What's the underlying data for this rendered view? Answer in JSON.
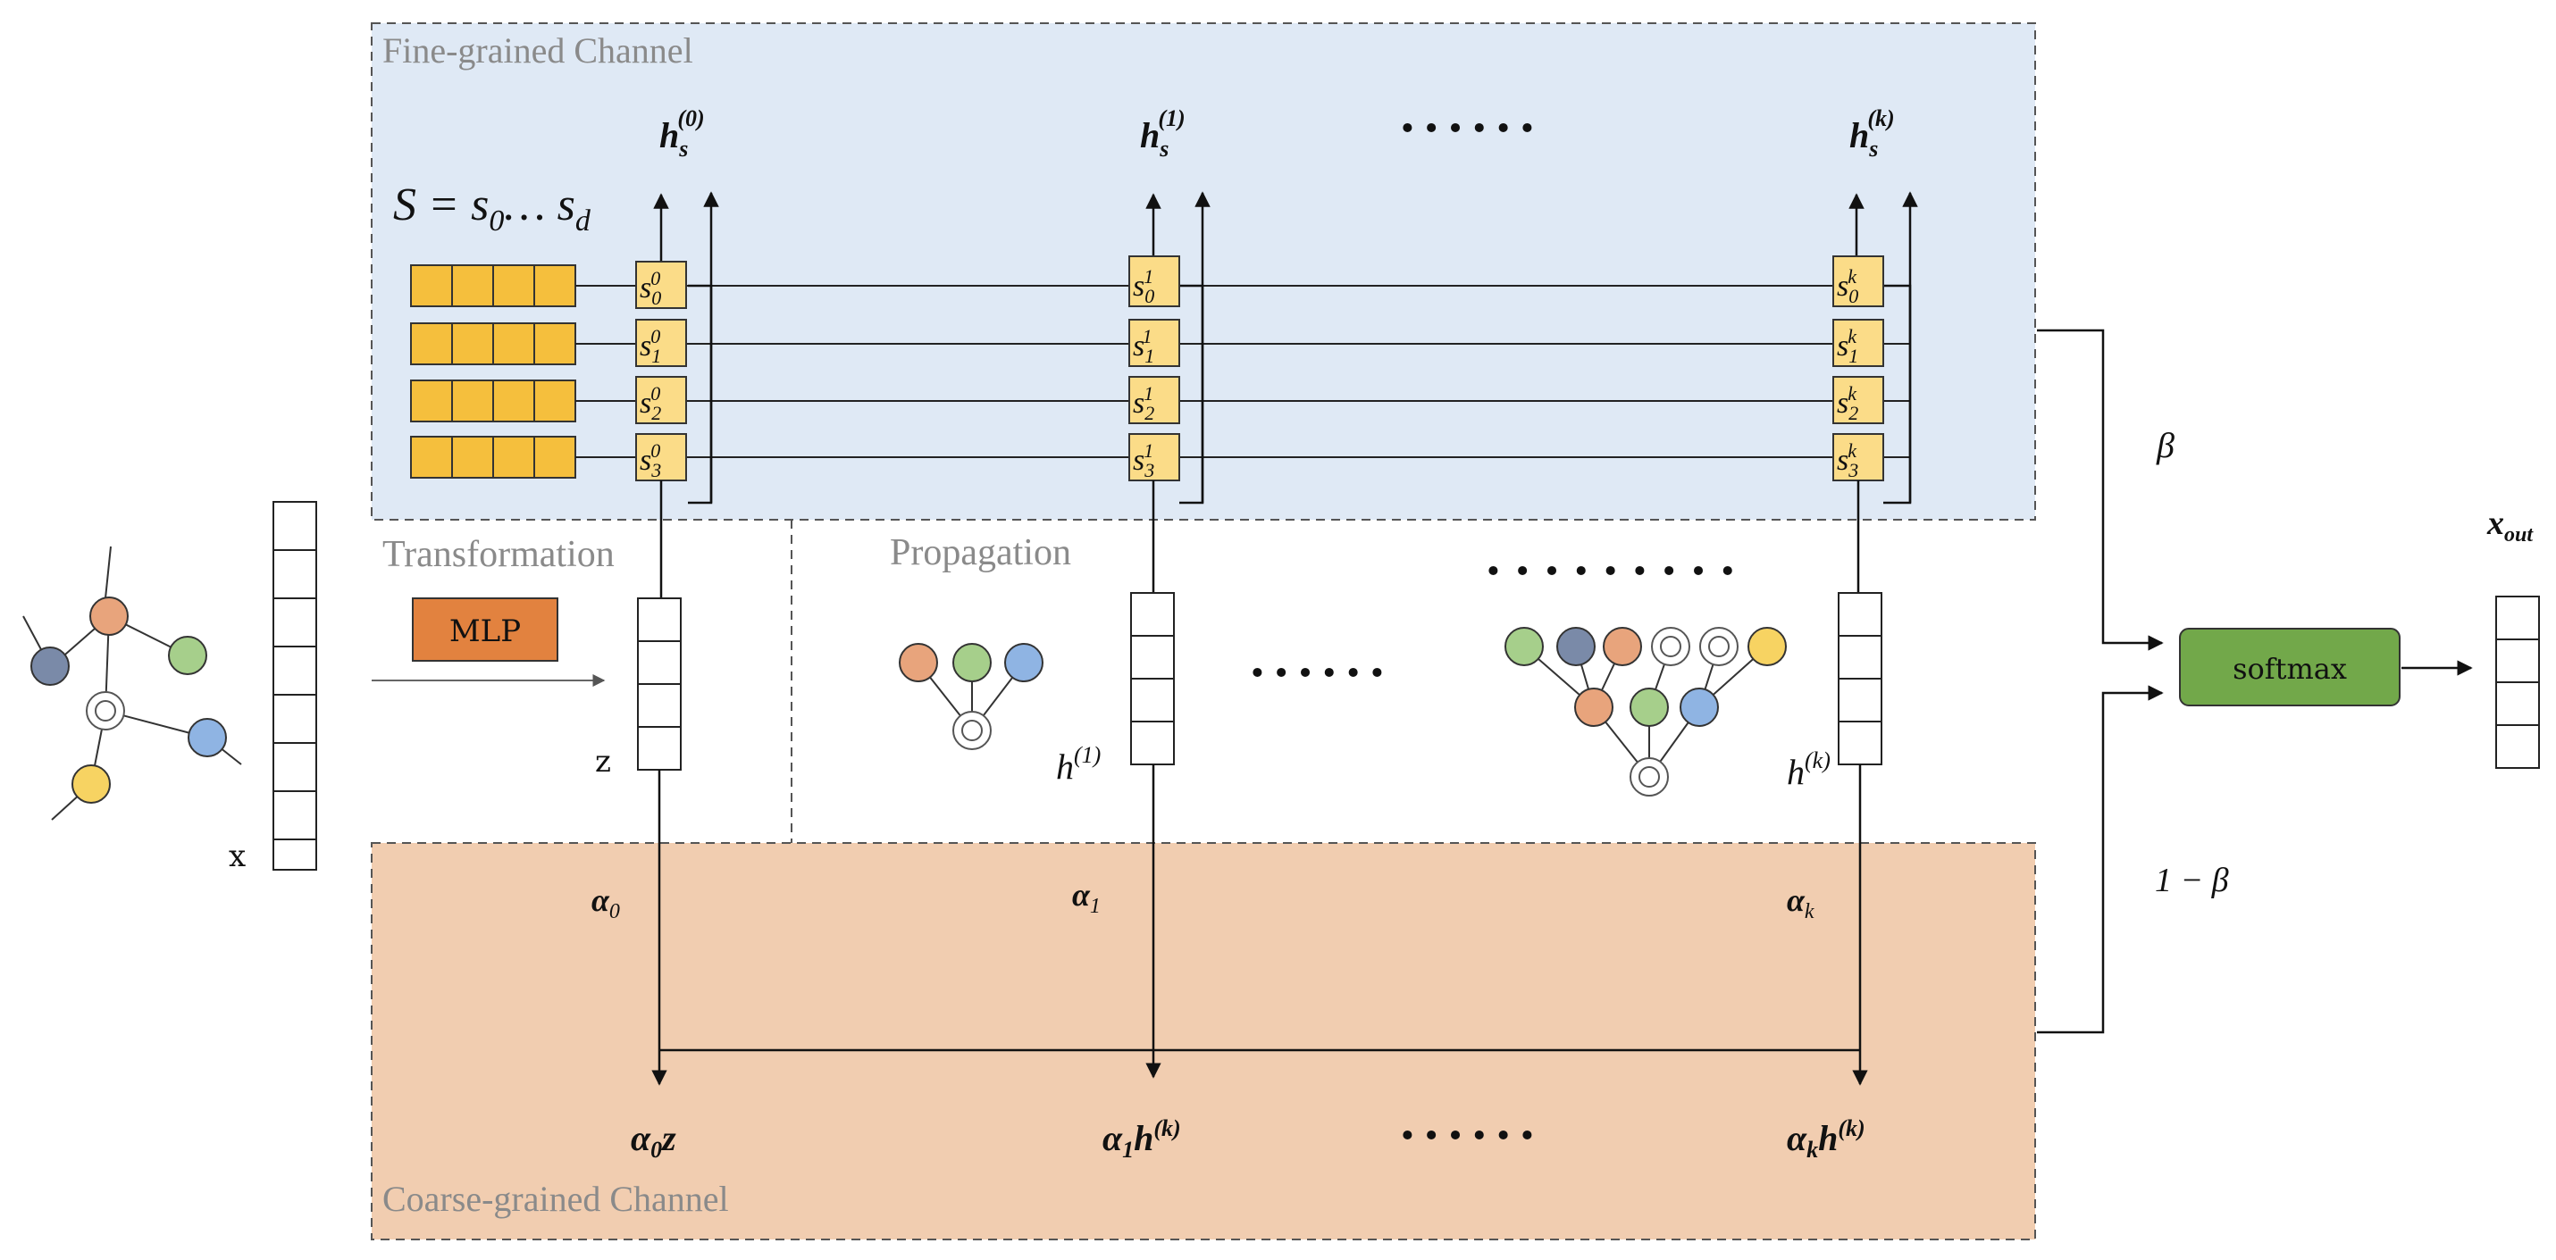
{
  "regions": {
    "fine_title": "Fine-grained Channel",
    "coarse_title": "Coarse-grained Channel",
    "transformation_title": "Transformation",
    "propagation_title": "Propagation"
  },
  "colors": {
    "fine_bg": "#dfe9f5",
    "coarse_bg": "#f1cdb0",
    "segment_fill": "#f5bf3d",
    "state_fill": "#fbdc88",
    "mlp_fill": "#e2823f",
    "softmax_fill": "#72a84a",
    "node_blue_dark": "#7a8aa8",
    "node_orange": "#e8a47c",
    "node_green": "#a6cf8b",
    "node_blue": "#8fb4e3",
    "node_yellow": "#f7d362"
  },
  "set_label": {
    "lhs": "S = s",
    "sub0": "0",
    "mid": "… s",
    "subd": "d"
  },
  "top_labels": [
    {
      "base": "h",
      "sub": "s",
      "sup": "(0)"
    },
    {
      "base": "h",
      "sub": "s",
      "sup": "(1)"
    },
    {
      "base": "h",
      "sub": "s",
      "sup": "(k)"
    }
  ],
  "ellipsis": "······",
  "ellipsis_long": "·········",
  "states": [
    {
      "sup": "0",
      "subs": [
        "0",
        "1",
        "2",
        "3"
      ]
    },
    {
      "sup": "1",
      "subs": [
        "0",
        "1",
        "2",
        "3"
      ]
    },
    {
      "sup": "k",
      "subs": [
        "0",
        "1",
        "2",
        "3"
      ]
    }
  ],
  "mlp_label": "MLP",
  "softmax_label": "softmax",
  "x_label": "x",
  "z_label": "z",
  "h1_label": {
    "base": "h",
    "sup": "(1)"
  },
  "hk_label": {
    "base": "h",
    "sup": "(k)"
  },
  "alphas": [
    {
      "base": "α",
      "sub": "0"
    },
    {
      "base": "α",
      "sub": "1"
    },
    {
      "base": "α",
      "sub": "k"
    }
  ],
  "bottom_labels": [
    {
      "base": "α",
      "sub": "0",
      "tail": "z"
    },
    {
      "base": "α",
      "sub": "1",
      "tail": "h",
      "sup": "(k)"
    },
    {
      "base": "α",
      "sub": "k",
      "tail": "h",
      "sup": "(k)"
    }
  ],
  "beta_label": "β",
  "one_minus_beta_label": "1 − β",
  "xout_label": {
    "base": "x",
    "sub": "out"
  }
}
